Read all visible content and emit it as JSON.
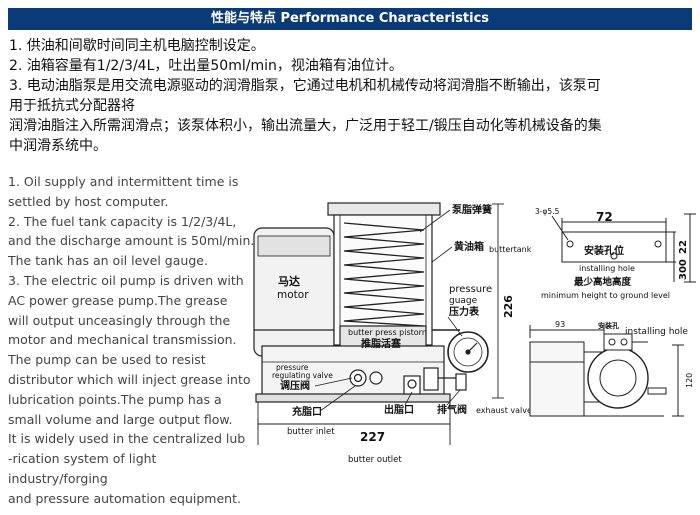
{
  "header": {
    "title": "性能与特点 Performance Characteristics"
  },
  "zh_lines": [
    "1. 供油和间歇时间同主机电脑控制设定。",
    "2. 油箱容量有1/2/3/4L，吐出量50ml/min，视油箱有油位计。",
    "3. 电动油脂泵是用交流电源驱动的润滑脂泵，它通过电机和机械传动将润滑脂不断输出，该泵可",
    "用于抵抗式分配器将",
    "润滑油脂注入所需润滑点；该泵体积小，输出流量大，广泛用于轻工/锻压自动化等机械设备的集",
    "中润滑系统中。"
  ],
  "en_lines": [
    "1. Oil supply and intermittent time is",
    "settled by host computer.",
    "2. The fuel tank capacity is 1/2/3/4L,",
    "and the discharge amount is 50ml/min.",
    "The tank has an oil level gauge.",
    "3. The electric oil pump is driven with",
    "AC power grease pump.The grease",
    "will output unceasingly through the",
    "motor and mechanical transmission.",
    "The pump can be used to resist",
    "distributor which will inject grease into",
    "lubrication points.The pump has a",
    "small volume and large output flow.",
    "It is widely used in the centralized lub",
    "-rication system of light industry/forging",
    "and pressure automation equipment."
  ],
  "diagram": {
    "motor_zh": "马达",
    "motor_en": "motor",
    "spring_zh": "泵脂弹簧",
    "tank_zh": "黄油箱",
    "tank_en": "buttertank",
    "pressure_en": "pressure",
    "gauge_en": "guage",
    "gauge_zh": "压力表",
    "piston_en": "butter press pistorn",
    "piston_zh": "推脂活塞",
    "regulating_en_1": "pressure",
    "regulating_en_2": "regulating valve",
    "regulating_zh": "调压阀",
    "inlet_zh": "充脂口",
    "outlet_zh": "出脂口",
    "exhaust_zh": "排气阀",
    "exhaust_en": "exhaust valve",
    "inlet_en": "butter inlet",
    "outlet_en": "butter outlet",
    "dim_height": "226",
    "dim_width": "227",
    "hole_spec": "3-φ5.5",
    "dim_72": "72",
    "install_hole_zh": "安装孔位",
    "install_hole_en": "installing hole",
    "dim_22": "22",
    "dim_300": "300",
    "min_height_zh": "最少高地高度",
    "min_height_en": "minimum height to ground level",
    "dim_93": "93",
    "install_hole_zh_2": "安装孔",
    "install_hole_en_2": "installing hole",
    "dim_120": "120"
  }
}
